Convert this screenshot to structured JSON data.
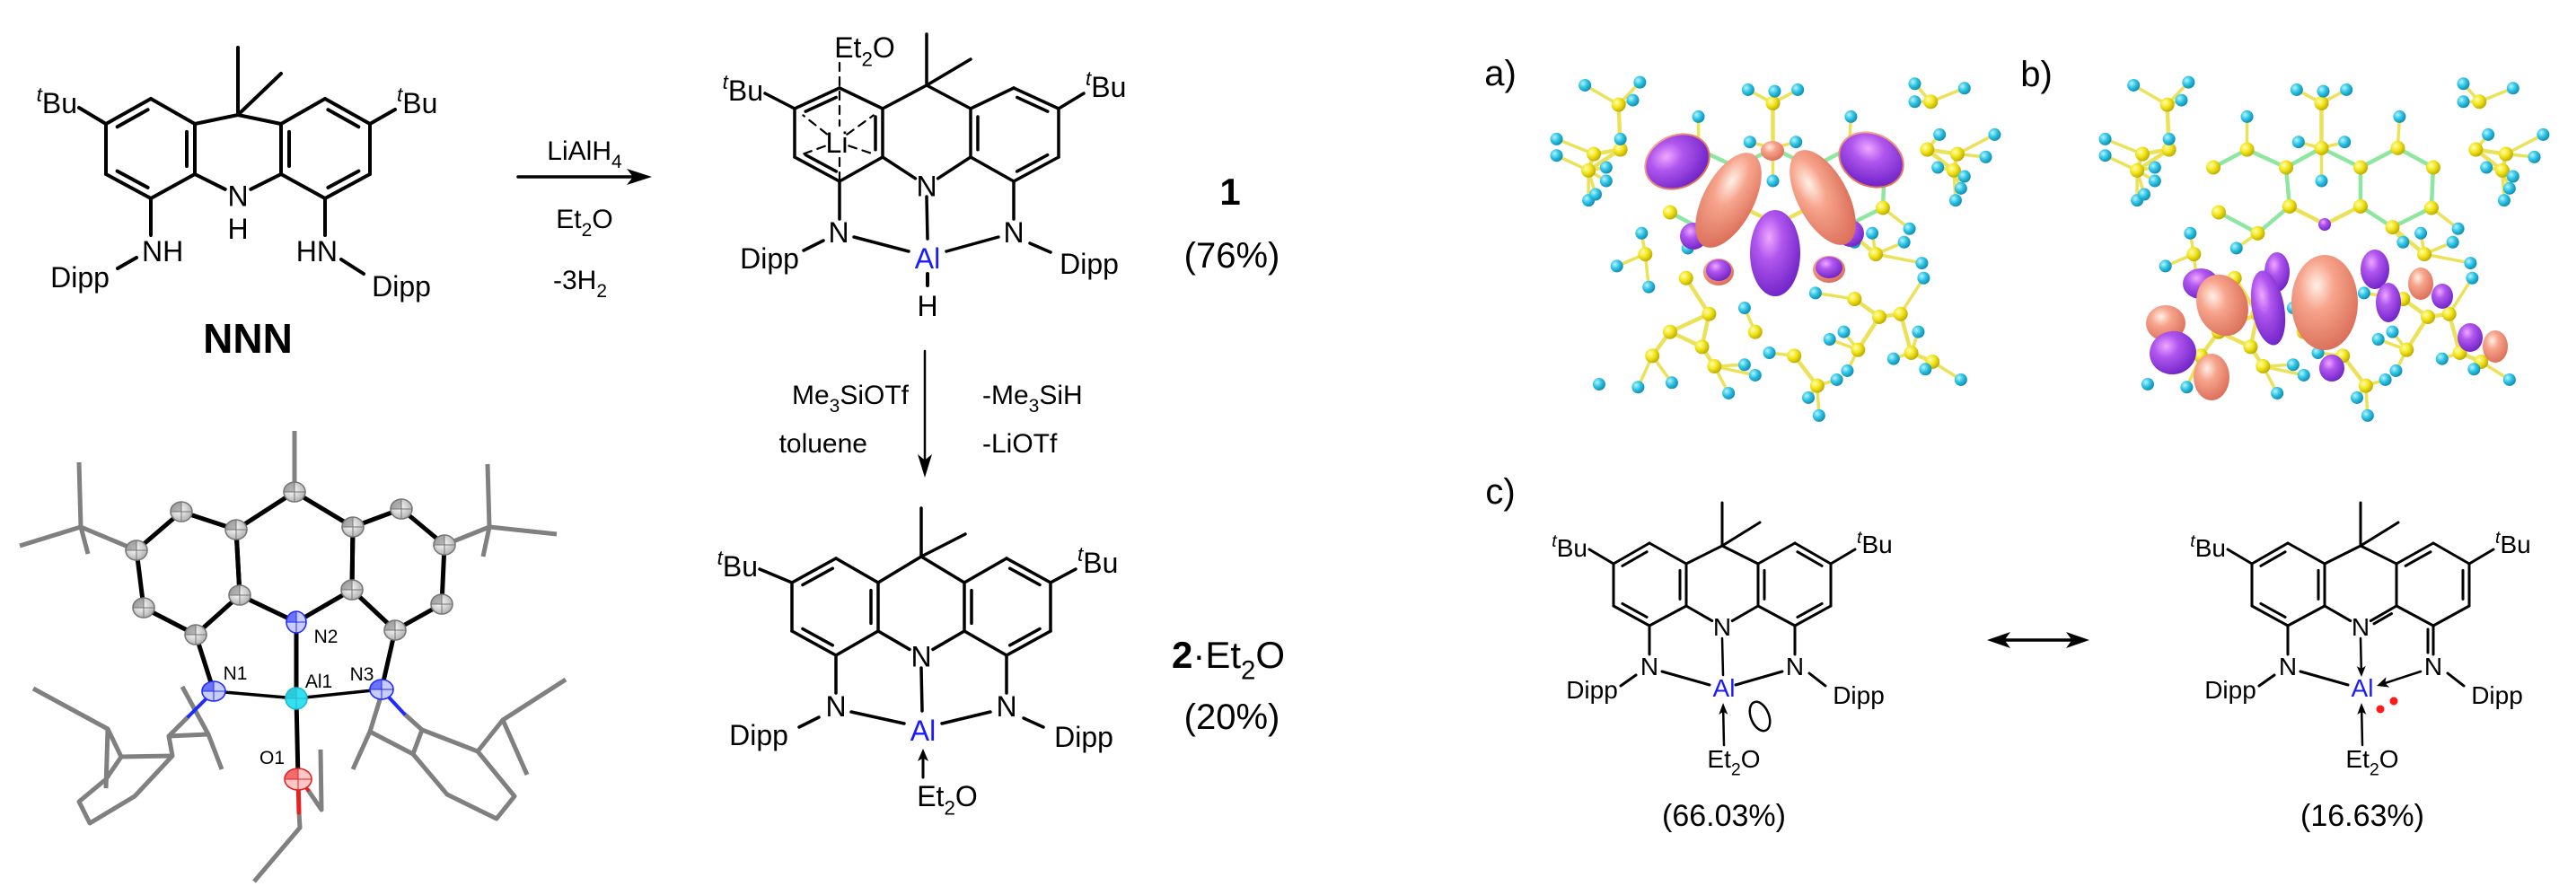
{
  "labels": {
    "tBu": [
      "t",
      "Bu"
    ],
    "Dipp": "Dipp",
    "N": "N",
    "H": "H",
    "NH": "NH",
    "HN": "HN",
    "Al": "Al",
    "Li": "Li",
    "Et2O": [
      "Et",
      "2",
      "O"
    ]
  },
  "compounds": {
    "nnn": {
      "name": "NNN"
    },
    "c1": {
      "name": "1",
      "yield": "(76%)"
    },
    "c2": {
      "name": [
        "2",
        "·Et",
        "2",
        "O"
      ],
      "yield": "(20%)"
    }
  },
  "reactions": {
    "step1": {
      "reagent": [
        "LiAlH",
        "4"
      ],
      "solvent": [
        "Et",
        "2",
        "O"
      ],
      "byproduct": [
        "-3H",
        "2"
      ]
    },
    "step2": {
      "reagent": [
        "Me",
        "3",
        "SiOTf"
      ],
      "solvent": "toluene",
      "byproducts": [
        [
          "-Me",
          "3",
          "SiH"
        ],
        "-LiOTf"
      ]
    }
  },
  "crystal_structure": {
    "atom_labels": {
      "N1": "N1",
      "N2": "N2",
      "N3": "N3",
      "Al1": "Al1",
      "O1": "O1"
    }
  },
  "panels": {
    "a": "a)",
    "b": "b)",
    "c": "c)"
  },
  "resonance": {
    "left_weight": "(66.03%)",
    "right_weight": "(16.63%)"
  },
  "colors": {
    "aluminium": "#1a1aff",
    "nitrogen_ellipsoid": "#1f2bff",
    "aluminium_ellipsoid": "#33e0f0",
    "oxygen_ellipsoid": "#e82020",
    "orbital_positive": "#9b3fe0",
    "orbital_negative": "#f0907a",
    "carbon_ball": "#f2e41a",
    "hydrogen_ball": "#2cc4e6",
    "radical_dots": "#ff1a1a"
  }
}
